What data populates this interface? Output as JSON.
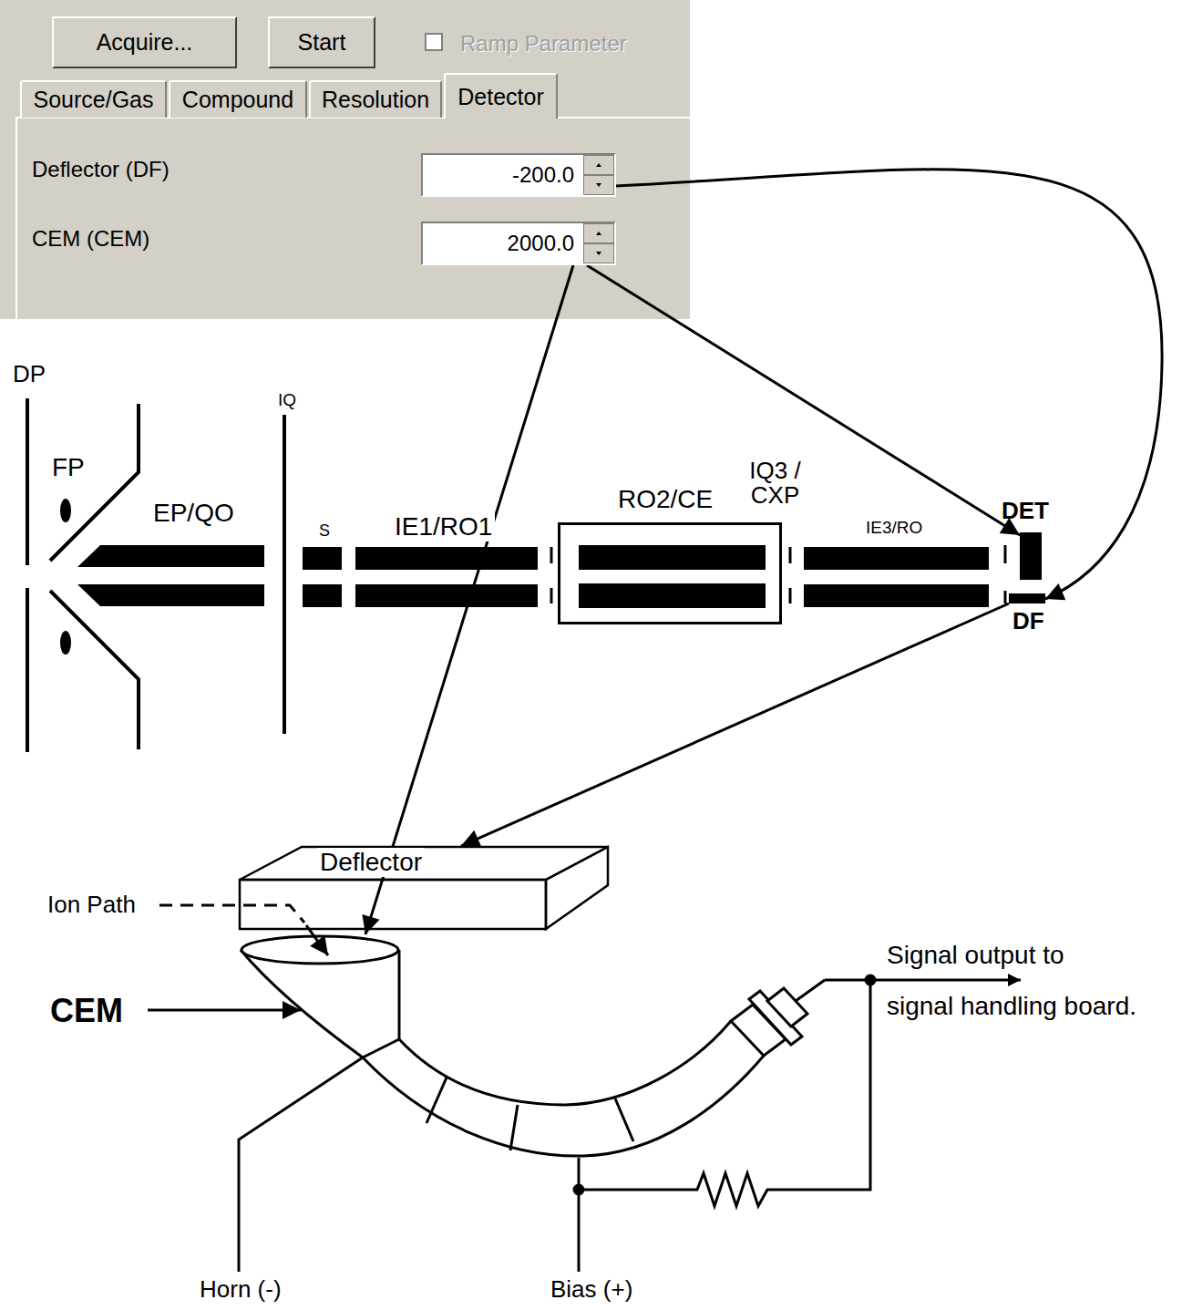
{
  "diagram": {
    "nodes": [
      {
        "text": [
          "Acquire..."
        ]
      },
      {
        "text": [
          "Start"
        ]
      },
      {
        "text": [
          "Source/Gas"
        ]
      },
      {
        "text": [
          "Compound"
        ]
      },
      {
        "text": [
          "Resolution"
        ]
      },
      {
        "text": [
          "Detector"
        ]
      },
      {
        "text": [
          "-200.0"
        ]
      },
      {
        "text": [
          "2000.0"
        ]
      },
      {
        "text": [
          "RO2/CE"
        ]
      },
      {
        "text": [
          "DET"
        ]
      },
      {
        "text": [
          "DF"
        ]
      },
      {
        "text": [
          "Deflector"
        ]
      },
      {
        "text": [
          "CEM"
        ]
      }
    ],
    "edges": [
      {
        "from": 6,
        "to": 10,
        "arrow": "to"
      },
      {
        "from": 7,
        "to": 9,
        "arrow": "to"
      },
      {
        "from": 7,
        "to": 12,
        "arrow": "to"
      },
      {
        "from": 10,
        "to": 11,
        "arrow": "to"
      }
    ],
    "labels": [
      "Ramp Parameter",
      "Deflector (DF)",
      "CEM (CEM)",
      "DP",
      "FP",
      "EP/QO",
      "IQ",
      "S",
      "IE1/RO1",
      "IQ3 / CXP",
      "IE3/RO",
      "Ion Path",
      "Horn (-)",
      "Bias (+)",
      "Signal output to signal handling board."
    ]
  }
}
